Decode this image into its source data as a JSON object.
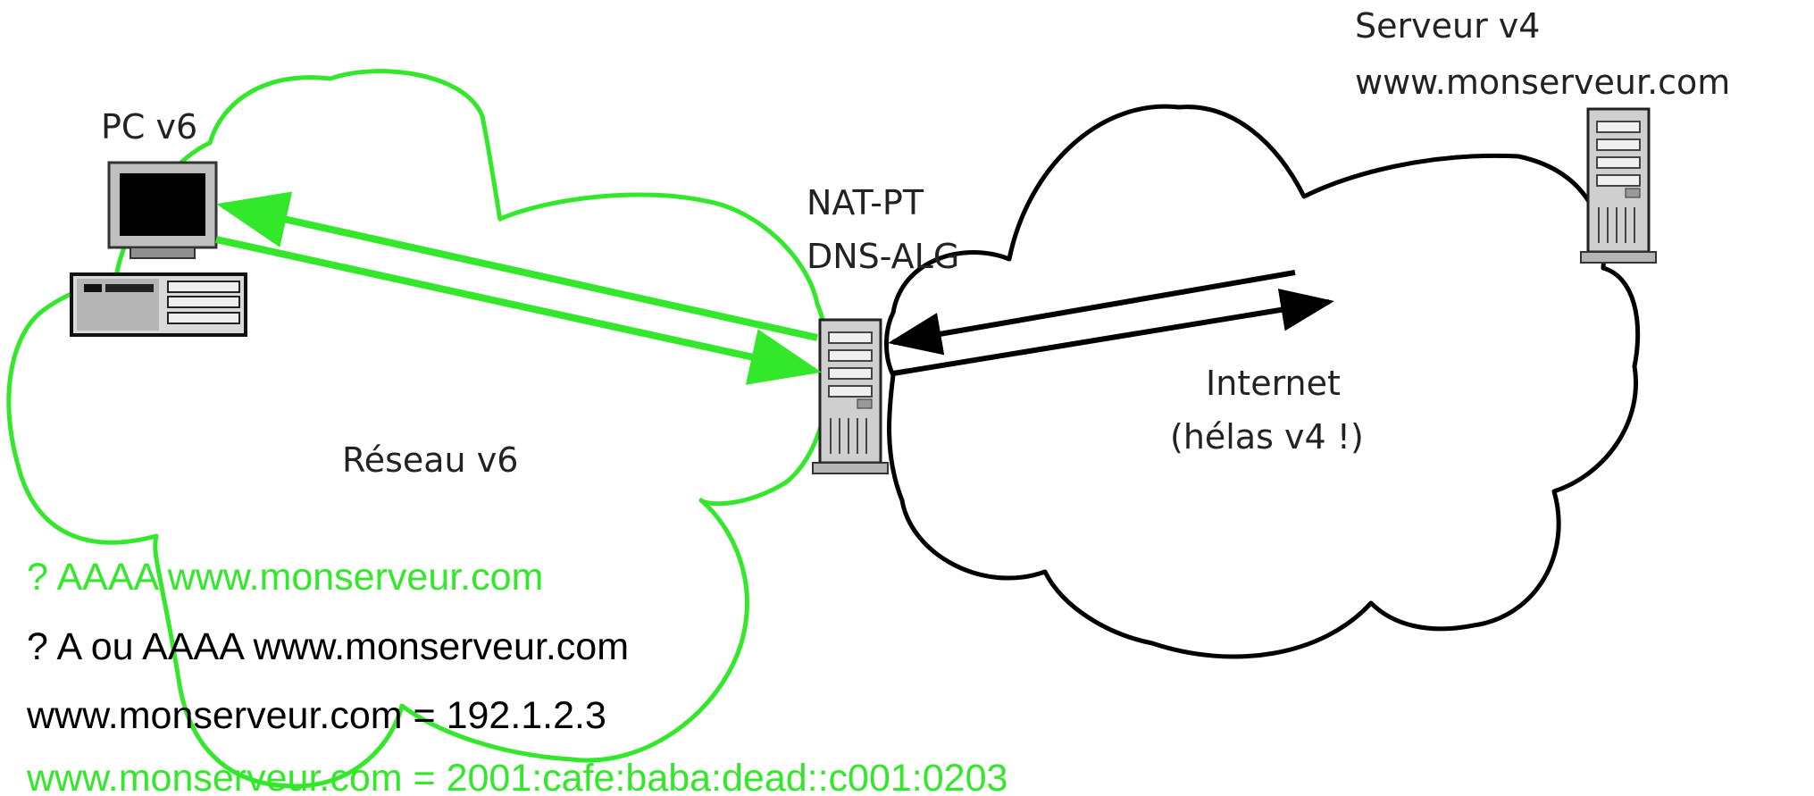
{
  "colors": {
    "v6_network": "#33e82a",
    "v4_network": "#000000"
  },
  "nodes": {
    "pc": {
      "label": "PC v6",
      "icon": "desktop-computer-icon"
    },
    "gateway": {
      "line1": "NAT-PT",
      "line2": "DNS-ALG",
      "icon": "server-tower-icon"
    },
    "server": {
      "line1": "Serveur v4",
      "line2": "www.monserveur.com",
      "icon": "server-tower-icon"
    }
  },
  "networks": {
    "v6": {
      "label": "Réseau v6"
    },
    "internet": {
      "line1": "Internet",
      "line2": "(hélas v4 !)"
    }
  },
  "dns_messages": [
    {
      "text": "? AAAA www.monserveur.com",
      "color": "#33e82a"
    },
    {
      "text": "? A ou AAAA www.monserveur.com",
      "color": "#000000"
    },
    {
      "text": "www.monserveur.com = 192.1.2.3",
      "color": "#000000"
    },
    {
      "text": "www.monserveur.com = 2001:cafe:baba:dead::c001:0203",
      "color": "#33e82a"
    }
  ]
}
